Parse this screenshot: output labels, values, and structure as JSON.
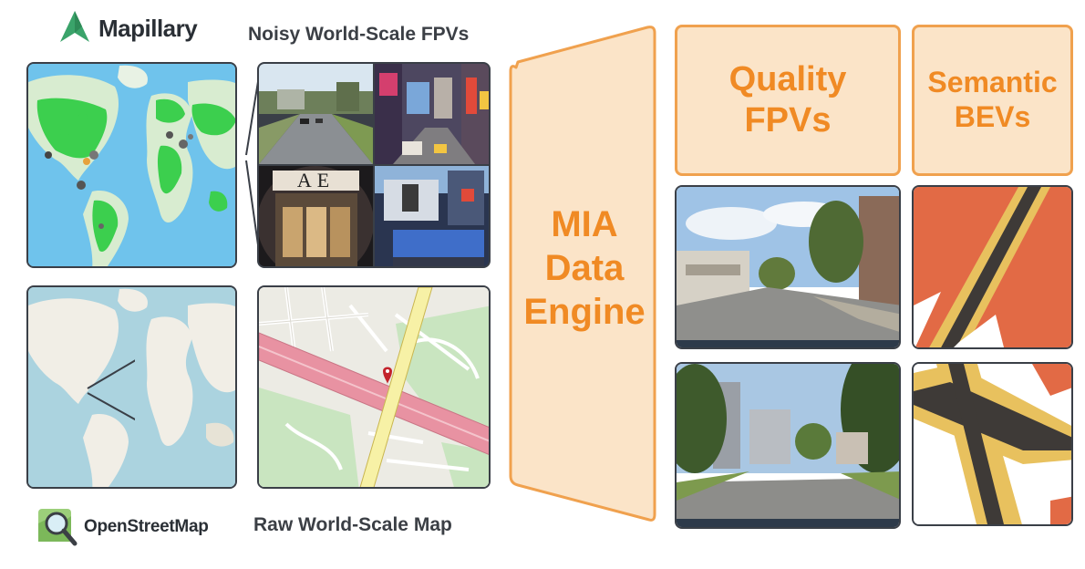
{
  "mapillary": {
    "logo_text": "Mapillary",
    "heading": "Noisy World-Scale FPVs"
  },
  "osm": {
    "logo_text": "OpenStreetMap",
    "heading": "Raw World-Scale Map"
  },
  "engine": {
    "line1": "MIA",
    "line2": "Data",
    "line3": "Engine"
  },
  "outputs": {
    "fpv_title_line1": "Quality",
    "fpv_title_line2": "FPVs",
    "bev_title_line1": "Semantic",
    "bev_title_line2": "BEVs"
  },
  "photos": {
    "storefront_sign": "AE"
  },
  "colors": {
    "accent_orange": "#f08a24",
    "box_fill": "#fbe4c8",
    "bev_background": "#e26a45",
    "bev_road": "#3e3a37",
    "bev_sidewalk": "#e8c15e",
    "panel_border": "#3a3f47"
  }
}
